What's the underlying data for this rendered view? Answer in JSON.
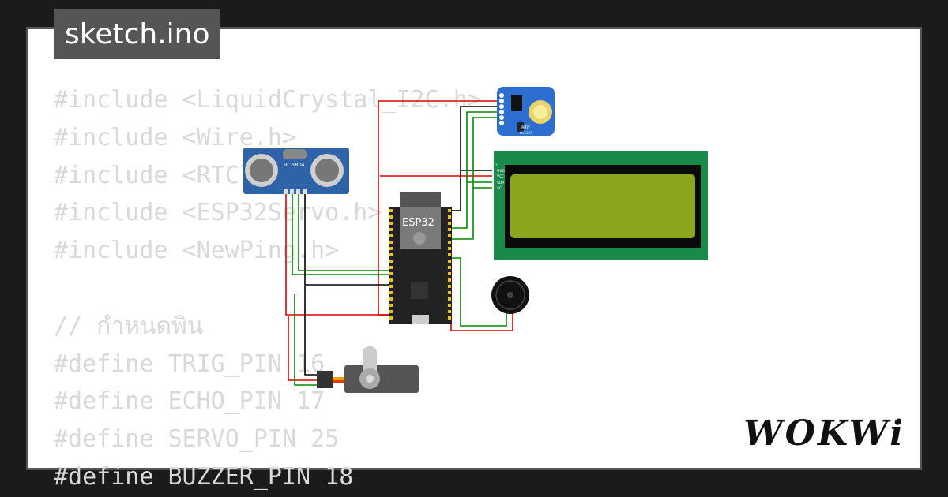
{
  "file_tab": {
    "label": "sketch.ino"
  },
  "code_lines": [
    "#include <LiquidCrystal_I2C.h>",
    "#include <Wire.h>",
    "#include <RTClib.h>",
    "#include <ESP32Servo.h>",
    "#include <NewPing.h>",
    "",
    "// กำหนดพิน",
    "#define TRIG_PIN 16",
    "#define ECHO_PIN 17",
    "#define SERVO_PIN 25",
    "#define BUZZER_PIN 18"
  ],
  "components": {
    "ultrasonic_label": "HC-SR04",
    "esp32_label": "ESP32",
    "rtc_label": "RTC",
    "rtc_chip_label": "DS1307",
    "lcd_pins": [
      "1",
      "GND",
      "VCC",
      "SDA",
      "SCL"
    ]
  },
  "colors": {
    "wire_red": "#e00000",
    "wire_green": "#008a00",
    "wire_black": "#000000",
    "lcd_board": "#1a8a4a",
    "lcd_screen": "#8ba61c",
    "sensor_blue": "#2f63a8"
  },
  "brand": {
    "logo": "WOKWi"
  }
}
